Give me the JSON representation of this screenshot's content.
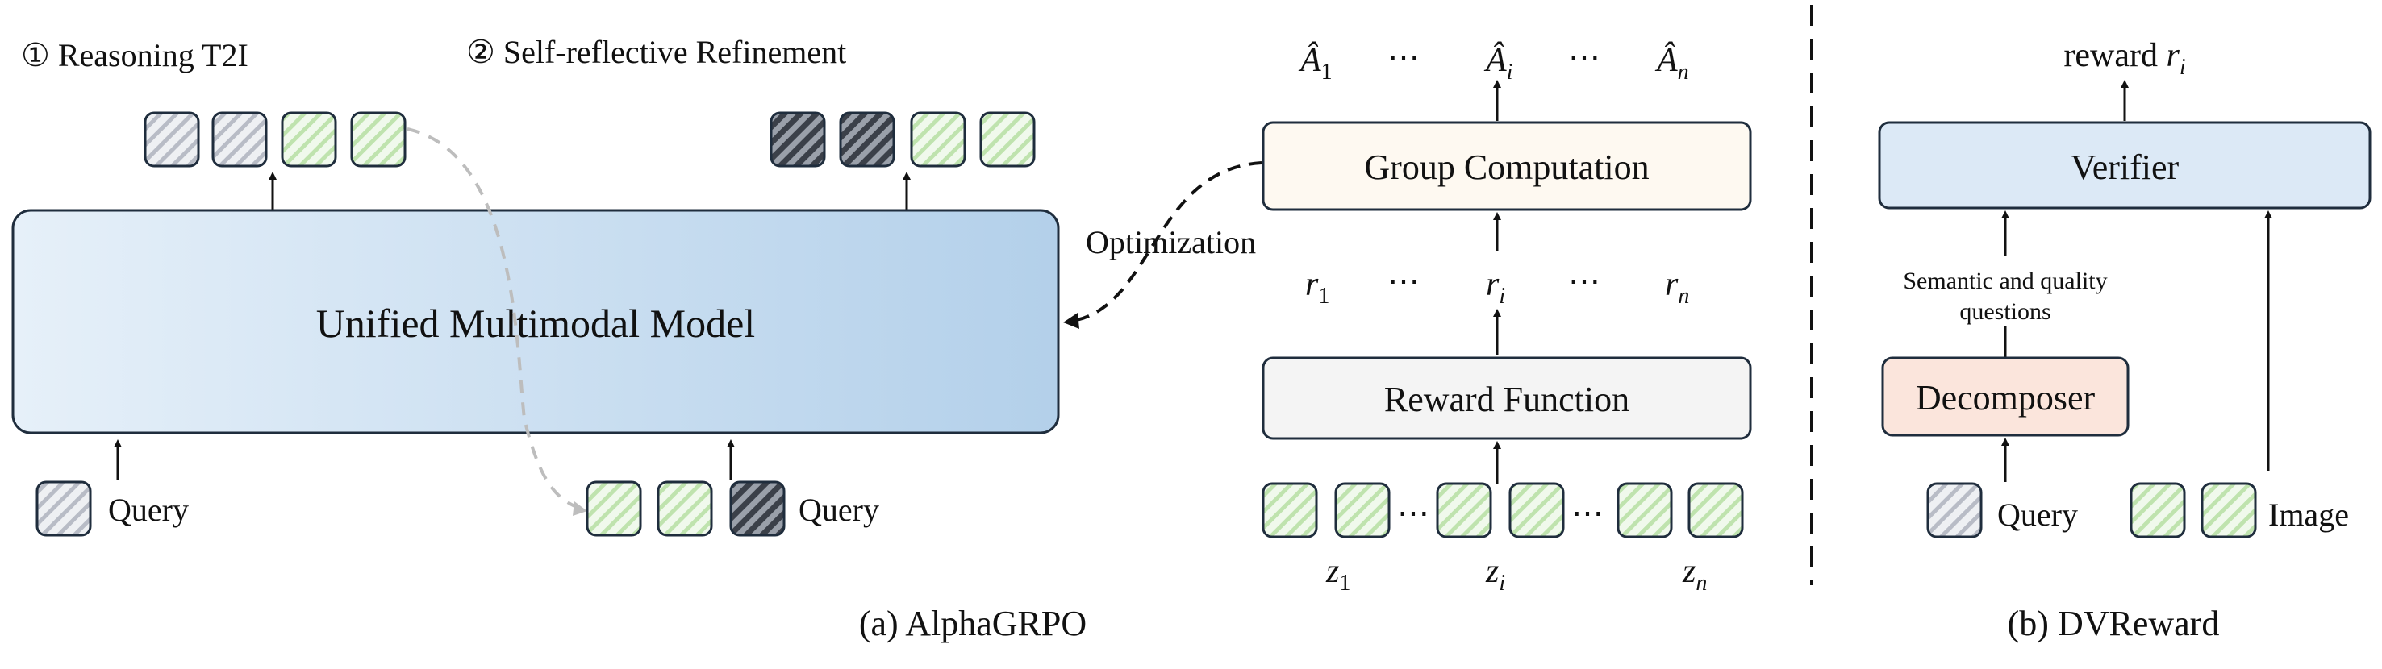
{
  "figure": {
    "left_panel": {
      "step1_label": "① Reasoning T2I",
      "step2_label": "② Self-reflective Refinement",
      "model_label": "Unified Multimodal Model",
      "query_label_left": "Query",
      "query_label_right": "Query",
      "optimization_label": "Optimization",
      "group_box_label": "Group Computation",
      "reward_box_label": "Reward Function",
      "advantages": {
        "a1": "Â",
        "a1_sub": "1",
        "ai": "Â",
        "ai_sub": "i",
        "an": "Â",
        "an_sub": "n",
        "dots": "⋯"
      },
      "rewards": {
        "r1": "r",
        "r1_sub": "1",
        "ri": "r",
        "ri_sub": "i",
        "rn": "r",
        "rn_sub": "n",
        "dots": "⋯"
      },
      "latents": {
        "z1": "z",
        "z1_sub": "1",
        "zi": "z",
        "zi_sub": "i",
        "zn": "z",
        "zn_sub": "n",
        "dots": "⋯"
      },
      "caption": "(a) AlphaGRPO"
    },
    "right_panel": {
      "reward_label": "reward ",
      "reward_var": "r",
      "reward_sub": "i",
      "verifier_label": "Verifier",
      "questions_line1": "Semantic and quality",
      "questions_line2": "questions",
      "decomposer_label": "Decomposer",
      "query_label": "Query",
      "image_label": "Image",
      "caption": "(b) DVReward"
    },
    "colors": {
      "model_fill_start": "#e6f0f9",
      "model_fill_end": "#b3d0ea",
      "box_border": "#1f2d3d",
      "group_fill": "#fef9f1",
      "reward_fill": "#f4f4f4",
      "verifier_fill": "#dce9f6",
      "decomposer_fill": "#fbe5dc",
      "token_green": "#daf0cf",
      "token_grey": "#c5c8d0",
      "token_dark": "#474c56",
      "dashed_grey": "#bdbdbd"
    }
  }
}
